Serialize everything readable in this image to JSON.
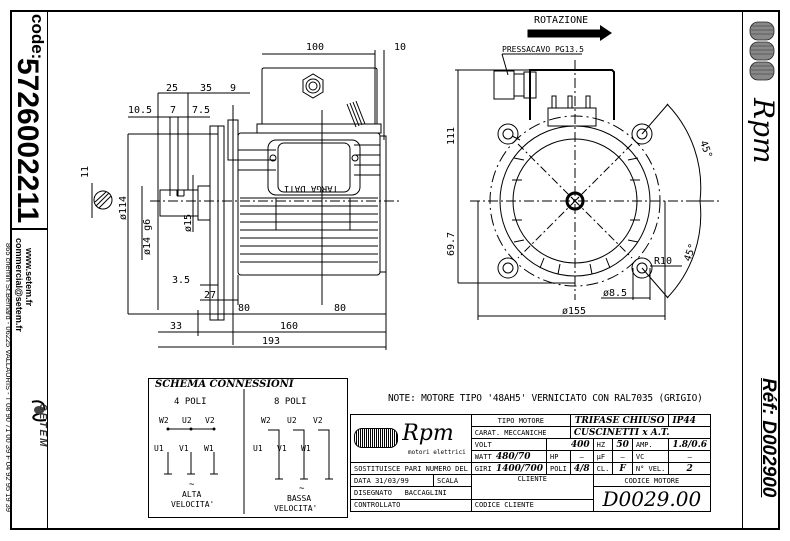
{
  "left_panel": {
    "code_label": "code:",
    "code_value": "5726002211",
    "website": "www.setem.fr",
    "email": "commercial@setem.fr",
    "address": "865 chemin St.Bernard - 06225 VALLAURIS - T 08 90 71 00 39  F 04 92 95 19 39",
    "company_logo": "SETEM"
  },
  "right_panel": {
    "brand": "Rpm",
    "reference": "Réf: D002900"
  },
  "side_view": {
    "dims": {
      "d100": "100",
      "d10": "10",
      "d25": "25",
      "d35": "35",
      "d9": "9",
      "d10_5": "10.5",
      "d7": "7",
      "d7_5": "7.5",
      "d11": "11",
      "d114": "ø114",
      "d14": "ø14 g6",
      "d15": "ø15",
      "d3_5": "3.5",
      "d27": "27",
      "d80a": "80",
      "d80b": "80",
      "d33": "33",
      "d160": "160",
      "d193": "193"
    },
    "nameplate": "TARGA DATI"
  },
  "front_view": {
    "rotation_label": "ROTAZIONE",
    "cable_gland": "PRESSACAVO PG13.5",
    "dims": {
      "d111": "111",
      "d69_7": "69.7",
      "r10": "R10",
      "d8_5": "ø8.5",
      "d155": "ø155",
      "a45a": "45°",
      "a45b": "45°"
    }
  },
  "schema": {
    "title": "SCHEMA CONNESSIONI",
    "left": {
      "poles": "4 POLI",
      "top_terminals": [
        "W2",
        "U2",
        "V2"
      ],
      "bottom_terminals": [
        "U1",
        "V1",
        "W1"
      ],
      "symbol": "~",
      "speed_line1": "ALTA",
      "speed_line2": "VELOCITA'"
    },
    "right": {
      "poles": "8 POLI",
      "top_terminals": [
        "W2",
        "U2",
        "V2"
      ],
      "bottom_terminals": [
        "U1",
        "V1",
        "W1"
      ],
      "symbol": "~",
      "speed_line1": "BASSA",
      "speed_line2": "VELOCITA'"
    }
  },
  "note": "NOTE: MOTORE TIPO '48AH5' VERNICIATO CON RAL7035 (GRIGIO)",
  "title_block": {
    "brand": "Rpm",
    "brand_sub": "motori elettrici",
    "tipo_motore_label": "TIPO MOTORE",
    "tipo_motore_value": "TRIFASE CHIUSO",
    "ip": "IP44",
    "carat_label": "CARAT. MECCANICHE",
    "carat_value": "CUSCINETTI x A.T.",
    "volt_label": "VOLT",
    "volt_value": "400",
    "hz_label": "HZ",
    "hz_value": "50",
    "amp_label": "AMP.",
    "amp_value": "1.8/0.6",
    "watt_label": "WATT",
    "watt_value": "480/70",
    "hp_label": "HP",
    "hp_value": "—",
    "uf_label": "µF",
    "uf_value": "—",
    "vc_label": "VC",
    "vc_value": "—",
    "giri_label": "GIRI",
    "giri_value": "1400/700",
    "poli_label": "POLI",
    "poli_value": "4/8",
    "cl_label": "CL.",
    "cl_value": "F",
    "nvel_label": "N° VEL.",
    "nvel_value": "2",
    "sostituisce": "SOSTITUISCE PARI NUMERO DEL",
    "data_label": "DATA",
    "data_value": "31/03/99",
    "scala_label": "SCALA",
    "disegnato_label": "DISEGNATO",
    "disegnato_value": "BACCAGLINI",
    "controllato_label": "CONTROLLATO",
    "cliente_label": "CLIENTE",
    "codice_cliente_label": "CODICE CLIENTE",
    "codice_motore_label": "CODICE MOTORE",
    "codice_motore_value": "D0029.00"
  }
}
